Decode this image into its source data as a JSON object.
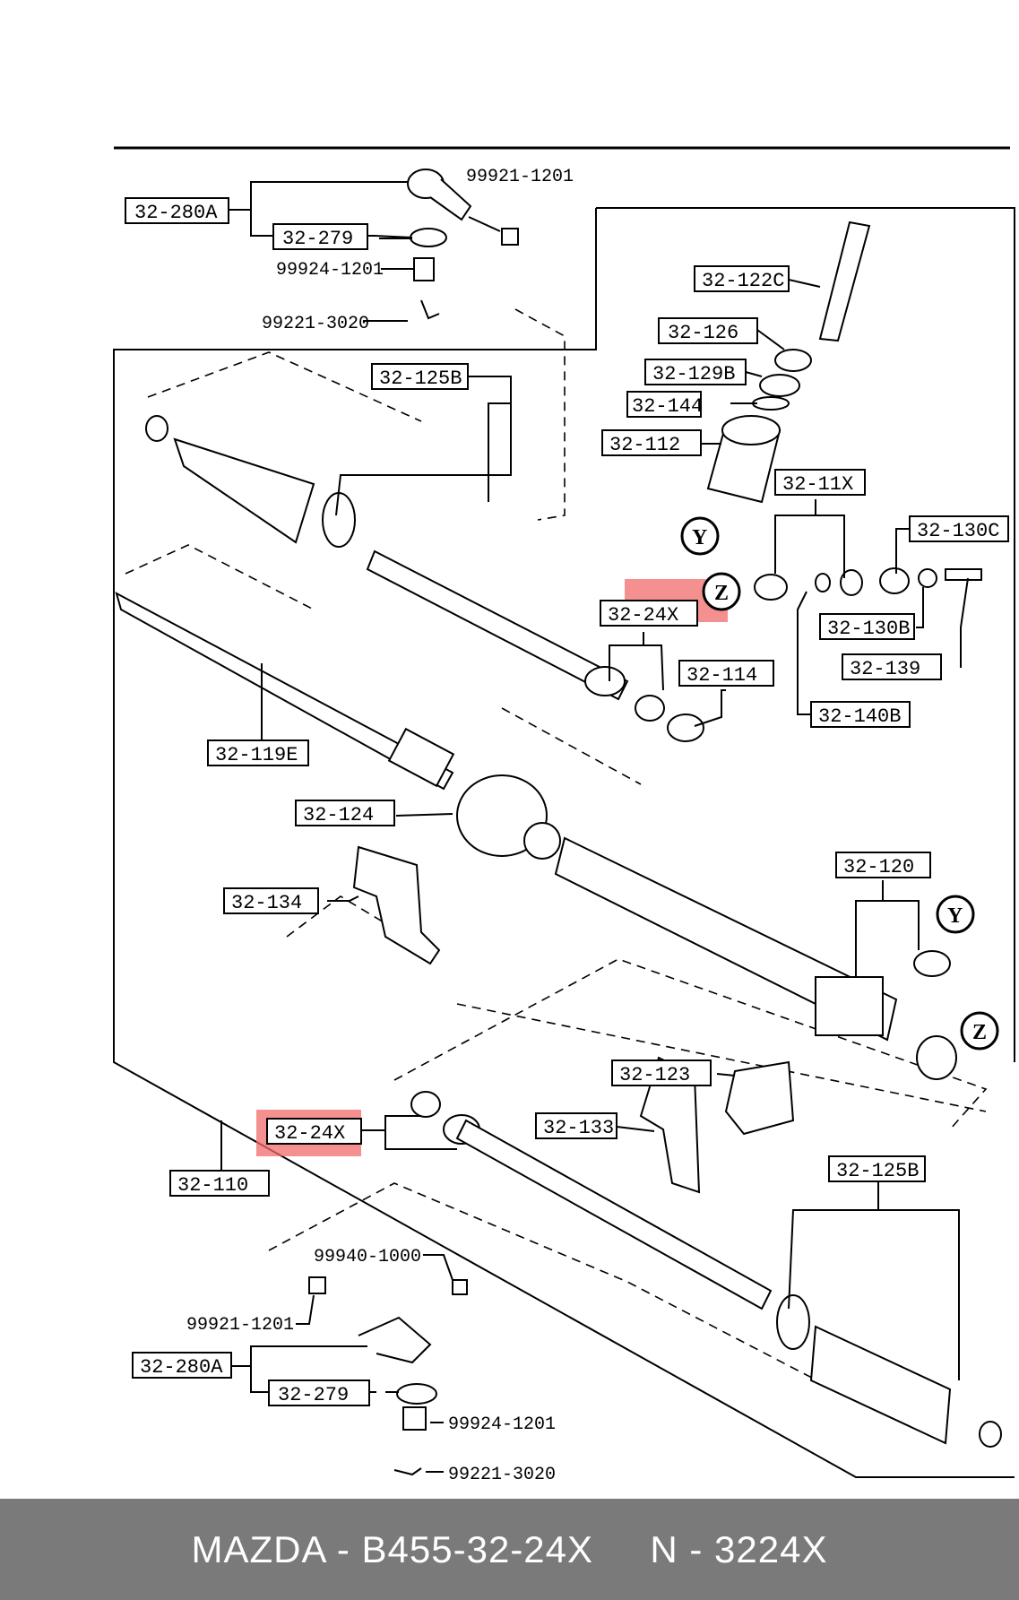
{
  "labels": {
    "l280a_top": "32-280A",
    "l279_top": "32-279",
    "n99921_top": "99921-1201",
    "n99924_top": "99924-1201",
    "n99221_top": "99221-3020",
    "l125b_top": "32-125B",
    "l122c": "32-122C",
    "l126": "32-126",
    "l129b": "32-129B",
    "l144": "32-144",
    "l112": "32-112",
    "l11x": "32-11X",
    "l130c": "32-130C",
    "l130b": "32-130B",
    "l139": "32-139",
    "l140b": "32-140B",
    "l24x_top": "32-24X",
    "l114": "32-114",
    "l119e": "32-119E",
    "l124": "32-124",
    "l134": "32-134",
    "l120": "32-120",
    "l123": "32-123",
    "l24x_bottom": "32-24X",
    "l133": "32-133",
    "l110": "32-110",
    "l125b_bottom": "32-125B",
    "n99940": "99940-1000",
    "n99921_bottom": "99921-1201",
    "l280a_bottom": "32-280A",
    "l279_bottom": "32-279",
    "n99924_bottom": "99924-1201",
    "n99221_bottom": "99221-3020",
    "y_marker": "Y",
    "z_marker": "Z"
  },
  "highlight_color": "#f26b6b",
  "footer": {
    "text": "MAZDA - B455-32-24X     N - 3224X",
    "background": "#7a7a7a"
  }
}
